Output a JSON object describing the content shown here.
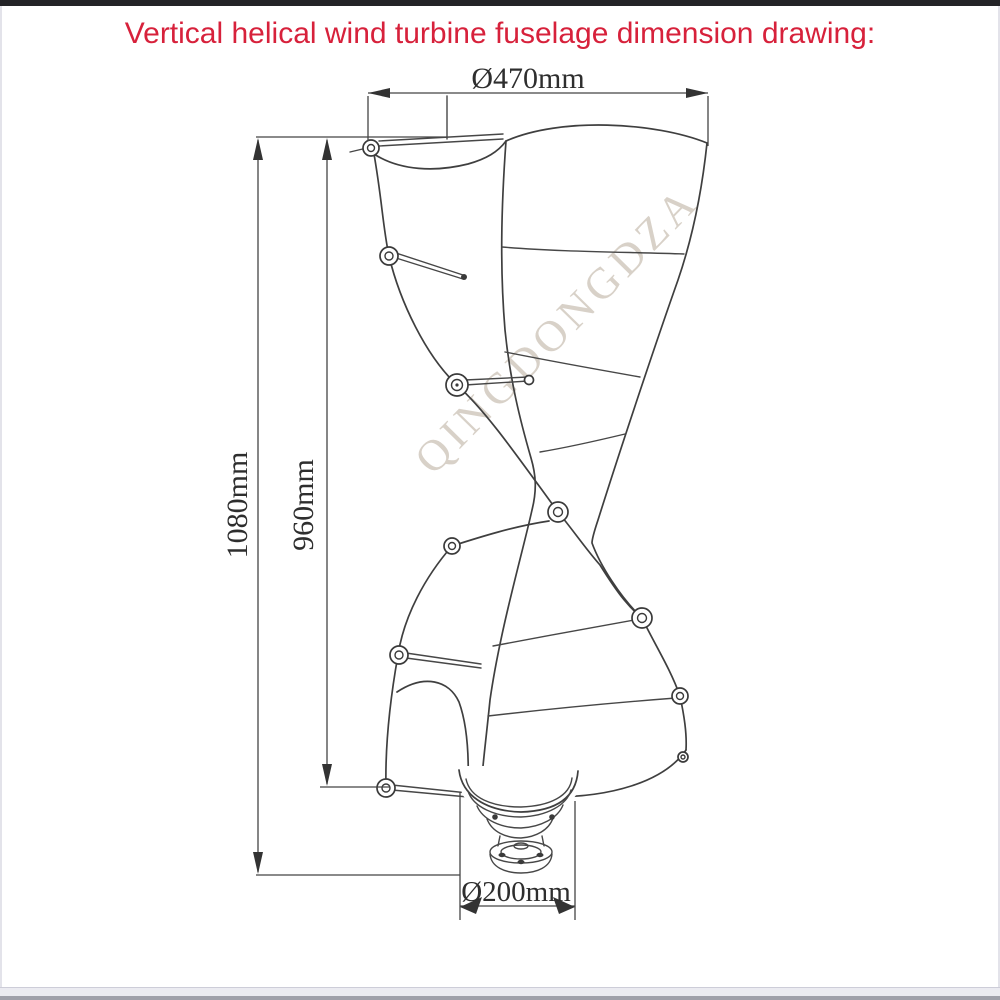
{
  "window": {
    "top_bar_color": "#232327",
    "bottom_bar_color": "#ebebf1",
    "bottom_edge_color": "#9fa0aa"
  },
  "title": {
    "text": "Vertical helical wind turbine fuselage dimension drawing:",
    "color": "#d7213b"
  },
  "watermark": {
    "text": "QINGDONGDZA",
    "color": "#b3a593"
  },
  "drawing": {
    "line_color": "#3f3f3f",
    "dimension_color": "#454545"
  },
  "dimensions": {
    "top_diameter": "Ø470mm",
    "overall_height": "1080mm",
    "rotor_height": "960mm",
    "base_diameter": "Ø200mm"
  }
}
